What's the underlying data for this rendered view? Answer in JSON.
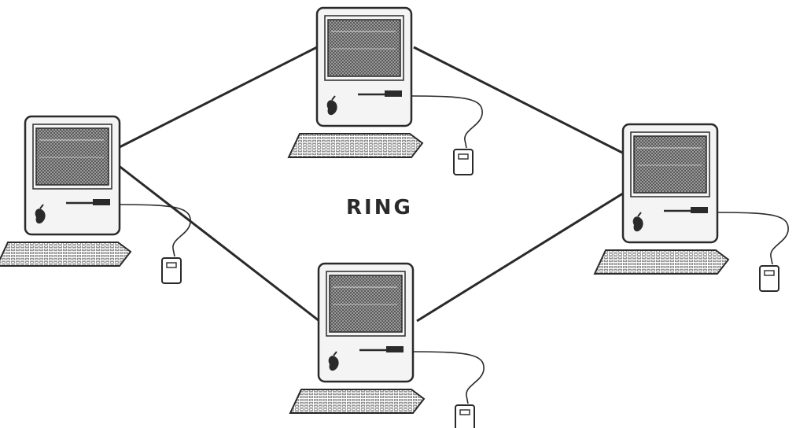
{
  "diagram": {
    "label": "RING",
    "nodes": [
      {
        "id": "computer-left"
      },
      {
        "id": "computer-top"
      },
      {
        "id": "computer-right"
      },
      {
        "id": "computer-bottom"
      }
    ],
    "links": [
      {
        "from": "computer-left",
        "to": "computer-top"
      },
      {
        "from": "computer-top",
        "to": "computer-right"
      },
      {
        "from": "computer-right",
        "to": "computer-bottom"
      },
      {
        "from": "computer-bottom",
        "to": "computer-left"
      }
    ],
    "colors": {
      "line": "#2a2a2a",
      "screen": "#7d7d7d",
      "case": "#f4f4f4"
    }
  }
}
